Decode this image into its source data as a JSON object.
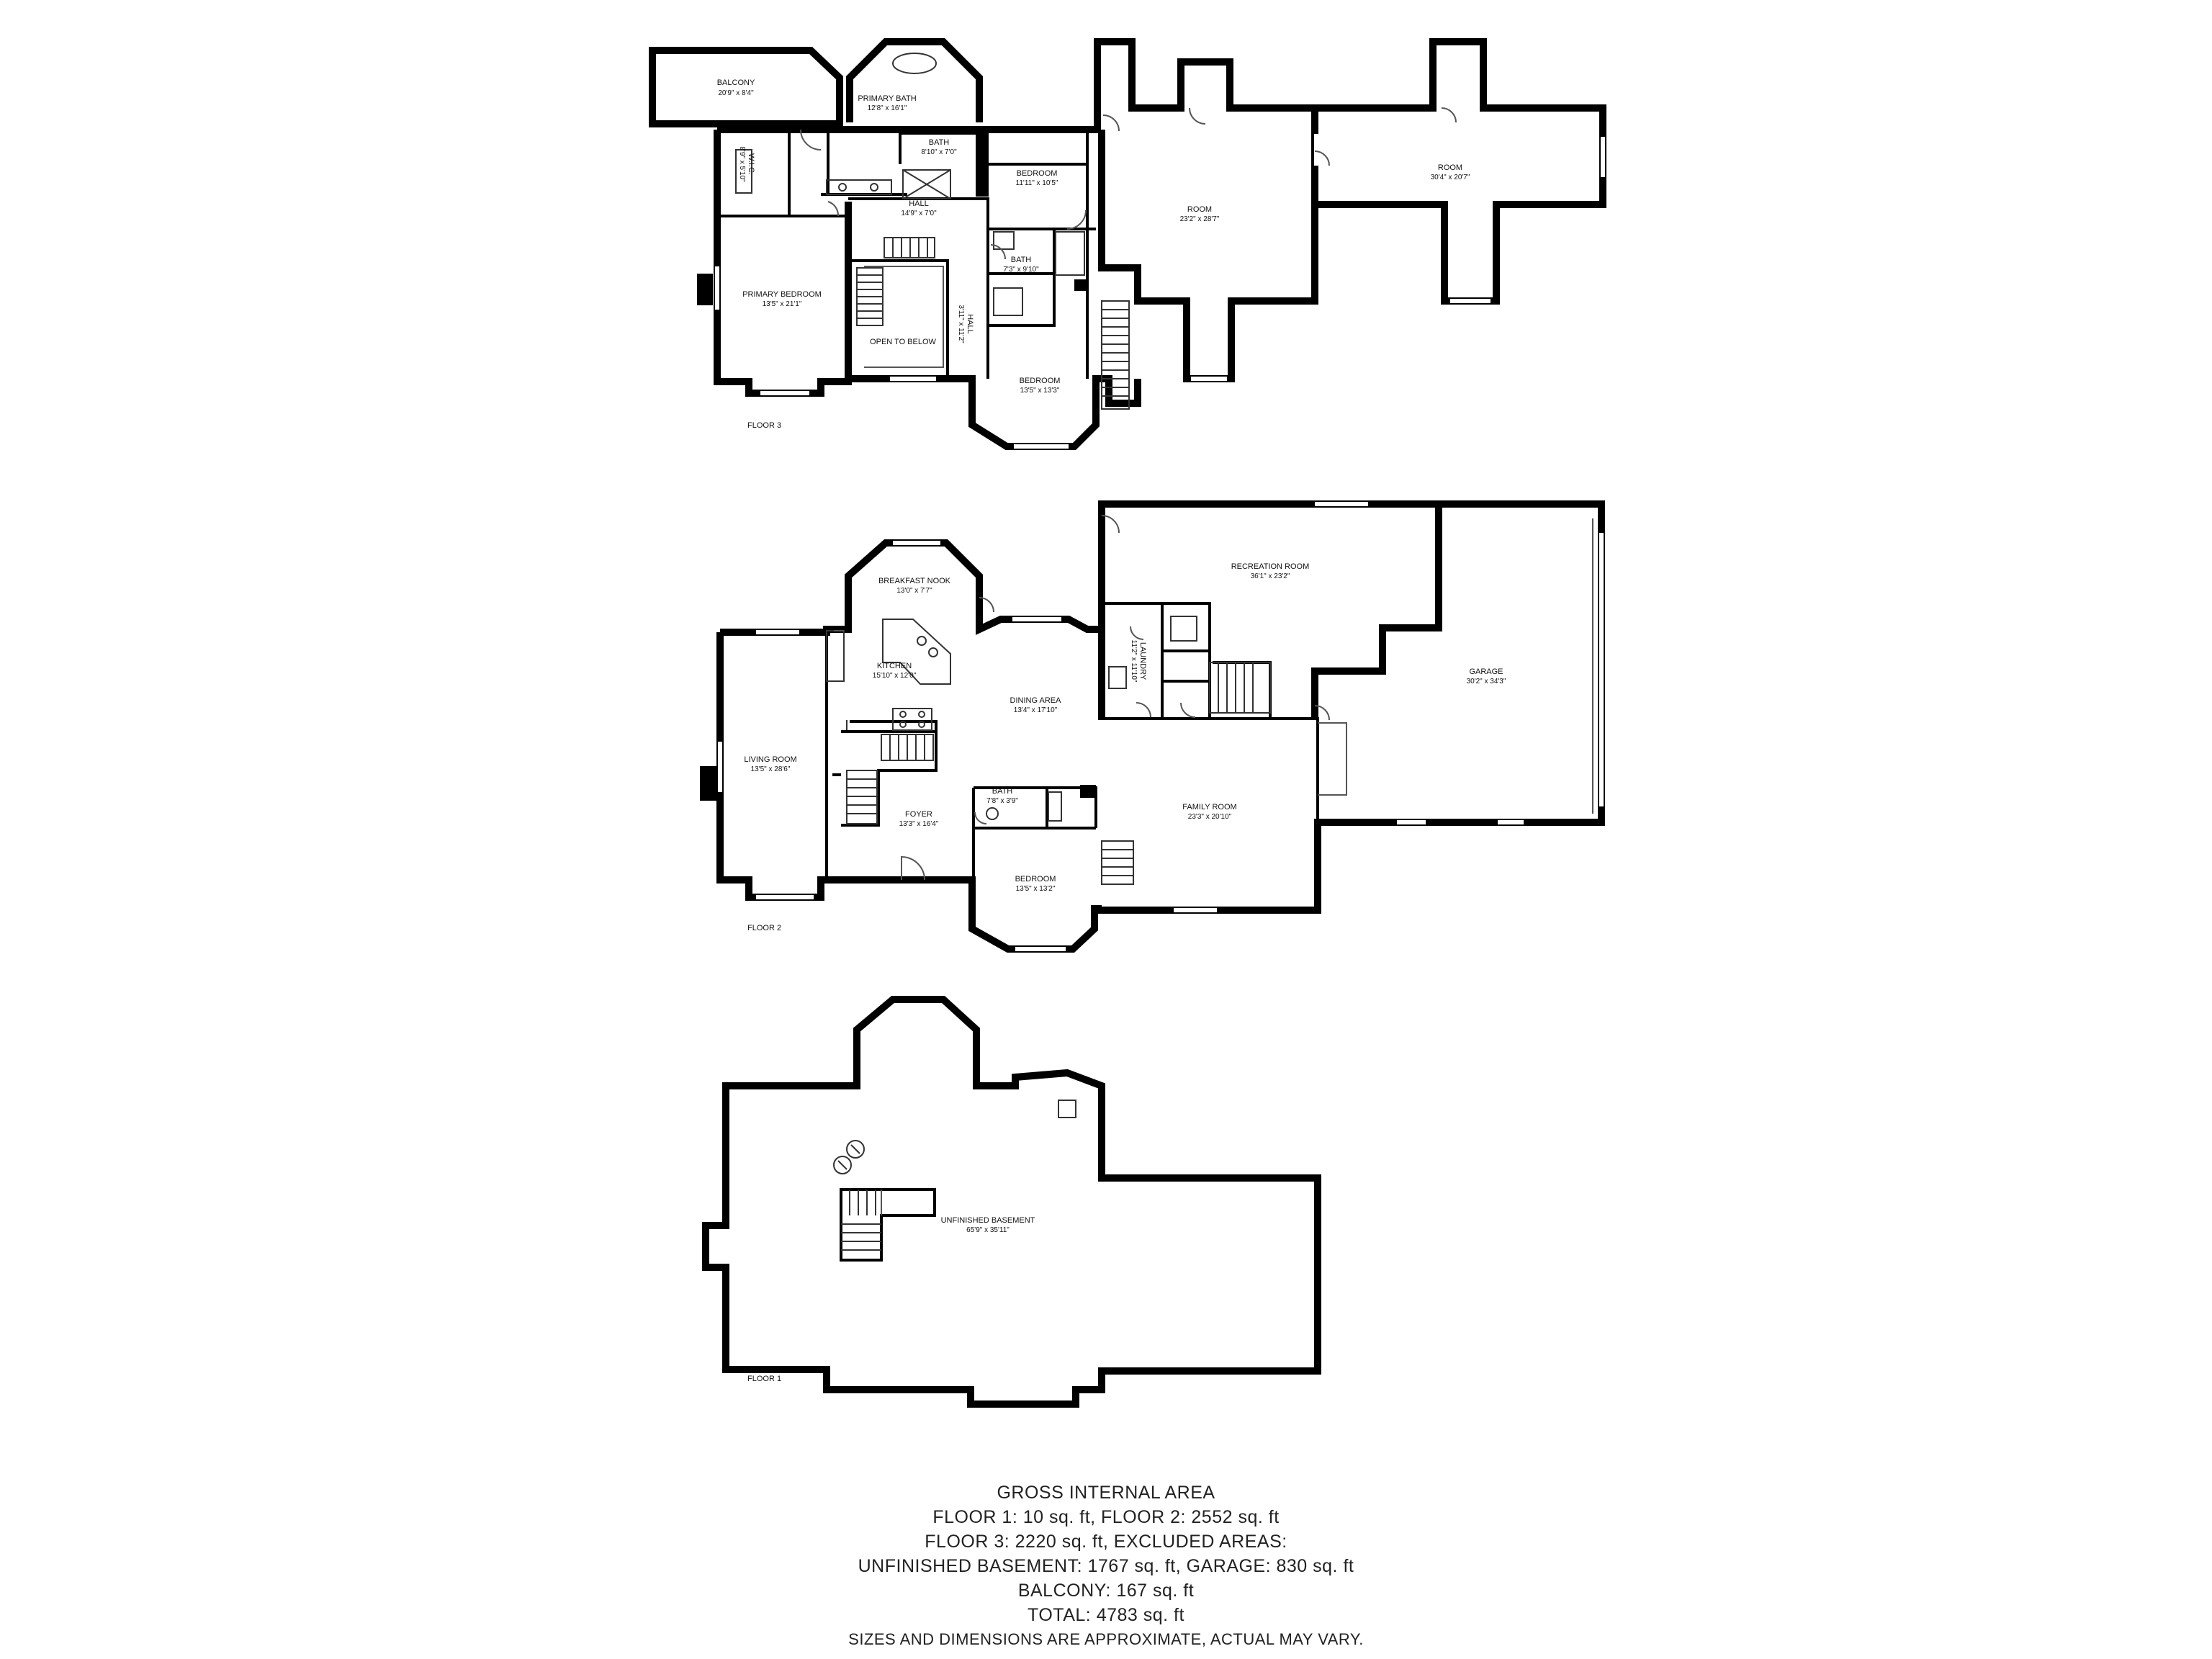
{
  "floors": {
    "floor3": {
      "label": "FLOOR 3",
      "rooms": {
        "balcony": {
          "name": "BALCONY",
          "dim": "20'9\" x 8'4\""
        },
        "wic": {
          "name": "W.I.C.",
          "dim": "8'9\" x 5'10\""
        },
        "primary_bath": {
          "name": "PRIMARY BATH",
          "dim": "12'8\" x 16'1\""
        },
        "bath_a": {
          "name": "BATH",
          "dim": "8'10\" x 7'0\""
        },
        "bedroom_a": {
          "name": "BEDROOM",
          "dim": "11'11\" x 10'5\""
        },
        "room_a": {
          "name": "ROOM",
          "dim": "23'2\" x 28'7\""
        },
        "room_b": {
          "name": "ROOM",
          "dim": "30'4\" x 20'7\""
        },
        "hall_a": {
          "name": "HALL",
          "dim": "14'9\" x 7'0\""
        },
        "bath_b": {
          "name": "BATH",
          "dim": "7'3\" x 9'10\""
        },
        "primary_bedroom": {
          "name": "PRIMARY BEDROOM",
          "dim": "13'5\" x 21'1\""
        },
        "hall_b": {
          "name": "HALL",
          "dim": "3'11\" x 11'2\""
        },
        "open_to_below": {
          "name": "OPEN TO BELOW",
          "dim": ""
        },
        "bedroom_b": {
          "name": "BEDROOM",
          "dim": "13'5\" x 13'3\""
        }
      }
    },
    "floor2": {
      "label": "FLOOR 2",
      "rooms": {
        "breakfast_nook": {
          "name": "BREAKFAST NOOK",
          "dim": "13'0\" x 7'7\""
        },
        "recreation_room": {
          "name": "RECREATION ROOM",
          "dim": "36'1\" x 23'2\""
        },
        "laundry": {
          "name": "LAUNDRY",
          "dim": "11'2\" x 11'10\""
        },
        "kitchen": {
          "name": "KITCHEN",
          "dim": "15'10\" x 12'0\""
        },
        "garage": {
          "name": "GARAGE",
          "dim": "30'2\" x 34'3\""
        },
        "dining_area": {
          "name": "DINING AREA",
          "dim": "13'4\" x 17'10\""
        },
        "living_room": {
          "name": "LIVING ROOM",
          "dim": "13'5\" x 28'6\""
        },
        "bath": {
          "name": "BATH",
          "dim": "7'8\" x 3'9\""
        },
        "foyer": {
          "name": "FOYER",
          "dim": "13'3\" x 16'4\""
        },
        "family_room": {
          "name": "FAMILY ROOM",
          "dim": "23'3\" x 20'10\""
        },
        "bedroom": {
          "name": "BEDROOM",
          "dim": "13'5\" x 13'2\""
        }
      }
    },
    "floor1": {
      "label": "FLOOR 1",
      "rooms": {
        "unfinished_basement": {
          "name": "UNFINISHED BASEMENT",
          "dim": "65'9\" x 35'11\""
        }
      }
    }
  },
  "area_summary": {
    "title": "GROSS INTERNAL AREA",
    "line1": "FLOOR 1: 10 sq. ft, FLOOR 2: 2552 sq. ft",
    "line2": "FLOOR 3: 2220 sq. ft, EXCLUDED AREAS:",
    "line3": "UNFINISHED BASEMENT: 1767 sq. ft, GARAGE: 830 sq. ft",
    "line4": "BALCONY: 167 sq. ft",
    "line5": "TOTAL: 4783 sq. ft",
    "note": "SIZES AND DIMENSIONS ARE APPROXIMATE, ACTUAL MAY VARY."
  }
}
